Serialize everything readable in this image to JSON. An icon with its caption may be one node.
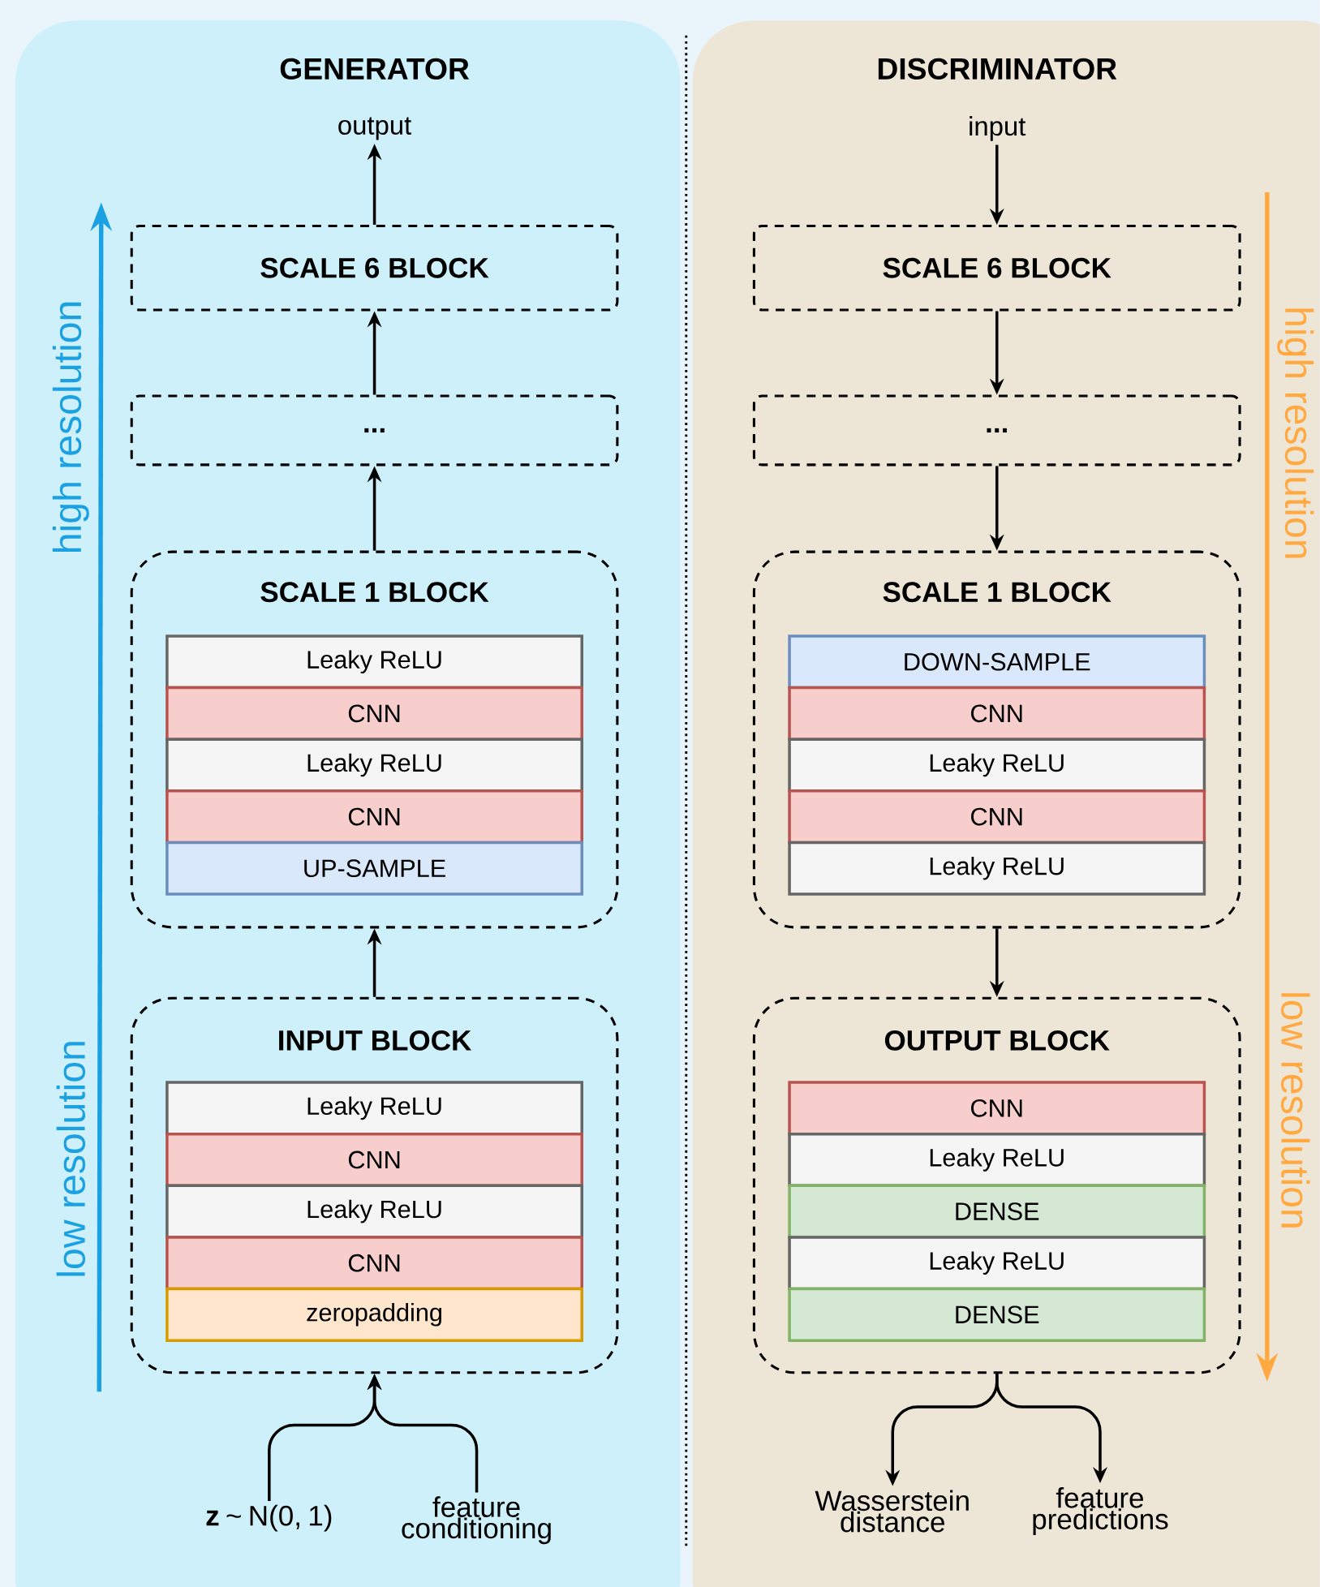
{
  "diagram": {
    "nodes": [
      {
        "text": [
          "GENERATOR"
        ]
      },
      {
        "text": [
          "DISCRIMINATOR"
        ]
      },
      {
        "text": [
          "output"
        ],
        "in": 0
      },
      {
        "text": [
          "SCALE 6 BLOCK"
        ],
        "in": 0
      },
      {
        "text": [
          "..."
        ],
        "in": 0
      },
      {
        "text": [
          "SCALE 1 BLOCK"
        ],
        "in": 0
      },
      {
        "text": [
          "Leaky ReLU"
        ],
        "in": 5
      },
      {
        "text": [
          "CNN"
        ],
        "in": 5
      },
      {
        "text": [
          "Leaky ReLU"
        ],
        "in": 5
      },
      {
        "text": [
          "CNN"
        ],
        "in": 5
      },
      {
        "text": [
          "UP-SAMPLE"
        ],
        "in": 5
      },
      {
        "text": [
          "INPUT BLOCK"
        ],
        "in": 0
      },
      {
        "text": [
          "Leaky ReLU"
        ],
        "in": 11
      },
      {
        "text": [
          "CNN"
        ],
        "in": 11
      },
      {
        "text": [
          "Leaky ReLU"
        ],
        "in": 11
      },
      {
        "text": [
          "CNN"
        ],
        "in": 11
      },
      {
        "text": [
          "zeropadding"
        ],
        "in": 11
      },
      {
        "text": [
          "**z** ~ N(0, 1)"
        ],
        "in": 0
      },
      {
        "text": [
          "feature conditioning"
        ],
        "in": 0
      },
      {
        "text": [
          "input"
        ],
        "in": 1
      },
      {
        "text": [
          "SCALE 6 BLOCK"
        ],
        "in": 1
      },
      {
        "text": [
          "..."
        ],
        "in": 1
      },
      {
        "text": [
          "SCALE 1 BLOCK"
        ],
        "in": 1
      },
      {
        "text": [
          "DOWN-SAMPLE"
        ],
        "in": 22
      },
      {
        "text": [
          "CNN"
        ],
        "in": 22
      },
      {
        "text": [
          "Leaky ReLU"
        ],
        "in": 22
      },
      {
        "text": [
          "CNN"
        ],
        "in": 22
      },
      {
        "text": [
          "Leaky ReLU"
        ],
        "in": 22
      },
      {
        "text": [
          "OUTPUT BLOCK"
        ],
        "in": 1
      },
      {
        "text": [
          "CNN"
        ],
        "in": 28
      },
      {
        "text": [
          "Leaky ReLU"
        ],
        "in": 28
      },
      {
        "text": [
          "DENSE"
        ],
        "in": 28
      },
      {
        "text": [
          "Leaky ReLU"
        ],
        "in": 28
      },
      {
        "text": [
          "DENSE"
        ],
        "in": 28
      },
      {
        "text": [
          "Wasserstein distance"
        ],
        "in": 1
      },
      {
        "text": [
          "feature predictions"
        ],
        "in": 1
      }
    ],
    "edges": [
      {
        "from": 3,
        "to": 2,
        "arrow": "to"
      },
      {
        "from": 4,
        "to": 3,
        "arrow": "to"
      },
      {
        "from": 5,
        "to": 4,
        "arrow": "to"
      },
      {
        "from": 11,
        "to": 5,
        "arrow": "to"
      },
      {
        "from": 17,
        "to": 11,
        "arrow": "to"
      },
      {
        "from": 18,
        "to": 11,
        "arrow": "to"
      },
      {
        "from": 19,
        "to": 20,
        "arrow": "to"
      },
      {
        "from": 20,
        "to": 21,
        "arrow": "to"
      },
      {
        "from": 21,
        "to": 22,
        "arrow": "to"
      },
      {
        "from": 22,
        "to": 28,
        "arrow": "to"
      },
      {
        "from": 28,
        "to": 34,
        "arrow": "to"
      },
      {
        "from": 28,
        "to": 35,
        "arrow": "to"
      }
    ],
    "labels": [
      "high resolution",
      "low resolution",
      "high resolution",
      "low resolution"
    ]
  }
}
